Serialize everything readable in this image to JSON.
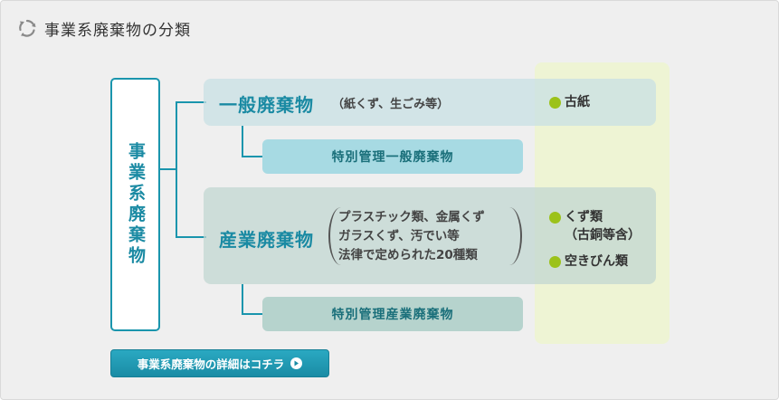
{
  "header": {
    "title": "事業系廃棄物の分類",
    "icon": "recycle-icon"
  },
  "diagram": {
    "root_label": "事業系廃棄物",
    "general": {
      "title": "一般廃棄物",
      "note": "（紙くず、生ごみ等）",
      "sub_category": "特別管理一般廃棄物",
      "examples": [
        "古紙"
      ]
    },
    "industrial": {
      "title": "産業廃棄物",
      "note_lines": [
        "プラスチック類、金属くず",
        "ガラスくず、汚でい等",
        "法律で定められた20種類"
      ],
      "sub_category": "特別管理産業廃棄物",
      "examples": [
        "くず類\n（古銅等含）",
        "空きびん類"
      ]
    }
  },
  "footer": {
    "detail_button_label": "事業系廃棄物の詳細はコチラ"
  },
  "colors": {
    "accent": "#1a95ad",
    "dot": "#9cc21a",
    "highlight": "#eef4d4"
  }
}
